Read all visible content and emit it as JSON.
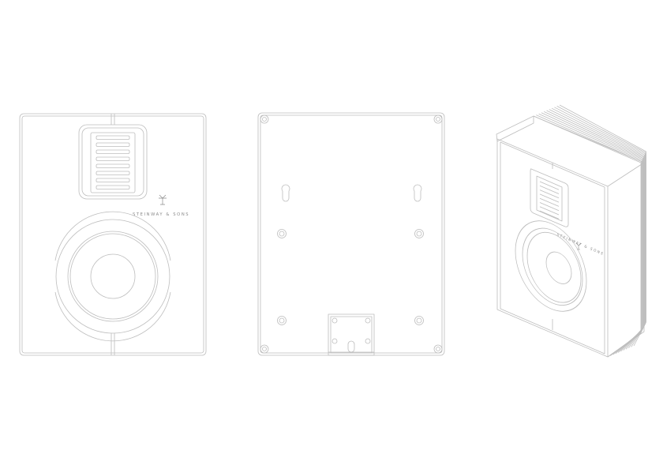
{
  "drawing": {
    "line_color": "#bdbdbd",
    "line_color_dark": "#9e9e9e",
    "background": "#ffffff",
    "brand_text": "STEINWAY & SONS",
    "views": [
      {
        "id": "front-view"
      },
      {
        "id": "rear-view"
      },
      {
        "id": "isometric-view"
      }
    ]
  }
}
